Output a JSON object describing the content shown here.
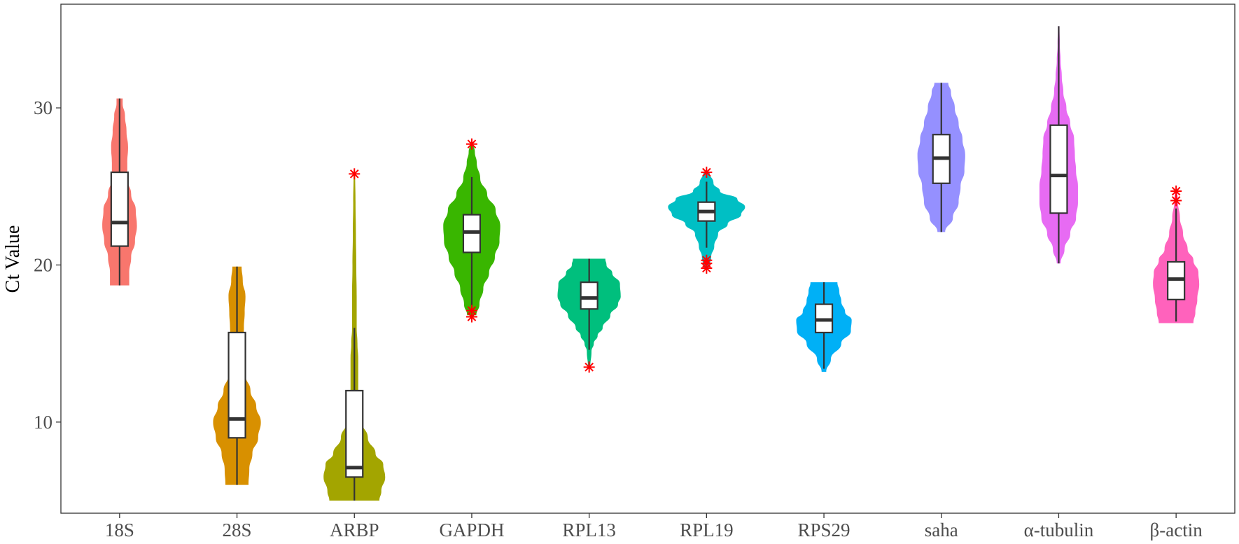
{
  "chart_data": {
    "type": "violin",
    "title": "",
    "xlabel": "",
    "ylabel": "Ct Value",
    "ylim": [
      4.2,
      36.6
    ],
    "yticks": [
      10,
      20,
      30
    ],
    "grid": false,
    "legend": "none",
    "outlier_marker": "asterisk",
    "outlier_color": "#FF0000",
    "series": [
      {
        "category": "18S",
        "color": "#F8766D",
        "min": 18.7,
        "q1": 21.2,
        "median": 22.7,
        "q3": 25.9,
        "max": 30.6,
        "density": [
          [
            18.7,
            0.25
          ],
          [
            19.5,
            0.25
          ],
          [
            20.5,
            0.3
          ],
          [
            21.5,
            0.4
          ],
          [
            22.5,
            0.45
          ],
          [
            23.5,
            0.42
          ],
          [
            24.5,
            0.3
          ],
          [
            25.5,
            0.2
          ],
          [
            26.5,
            0.2
          ],
          [
            27.5,
            0.22
          ],
          [
            28.5,
            0.18
          ],
          [
            29.5,
            0.14
          ],
          [
            30.3,
            0.08
          ],
          [
            30.6,
            0.08
          ]
        ],
        "outliers": []
      },
      {
        "category": "28S",
        "color": "#D89000",
        "min": 6.0,
        "q1": 9.0,
        "median": 10.2,
        "q3": 15.7,
        "max": 19.9,
        "density": [
          [
            6.0,
            0.3
          ],
          [
            7.0,
            0.32
          ],
          [
            8.0,
            0.4
          ],
          [
            9.0,
            0.55
          ],
          [
            10.0,
            0.62
          ],
          [
            11.0,
            0.5
          ],
          [
            12.0,
            0.35
          ],
          [
            13.0,
            0.22
          ],
          [
            14.0,
            0.12
          ],
          [
            15.0,
            0.14
          ],
          [
            16.0,
            0.18
          ],
          [
            17.0,
            0.2
          ],
          [
            18.0,
            0.22
          ],
          [
            19.0,
            0.15
          ],
          [
            19.9,
            0.12
          ]
        ],
        "outliers": []
      },
      {
        "category": "ARBP",
        "color": "#A3A500",
        "min": 5.0,
        "q1": 6.5,
        "median": 7.1,
        "q3": 12.0,
        "max": 16.0,
        "density": [
          [
            5.0,
            0.65
          ],
          [
            5.6,
            0.7
          ],
          [
            6.5,
            0.8
          ],
          [
            7.3,
            0.75
          ],
          [
            8.0,
            0.55
          ],
          [
            9.0,
            0.35
          ],
          [
            10.0,
            0.2
          ],
          [
            11.0,
            0.12
          ],
          [
            12.0,
            0.1
          ],
          [
            13.0,
            0.1
          ],
          [
            14.0,
            0.1
          ],
          [
            15.0,
            0.08
          ],
          [
            16.0,
            0.06
          ],
          [
            18.0,
            0.06
          ],
          [
            20.0,
            0.05
          ],
          [
            22.0,
            0.04
          ],
          [
            24.0,
            0.03
          ],
          [
            25.8,
            0.02
          ]
        ],
        "outliers": [
          25.8
        ]
      },
      {
        "category": "GAPDH",
        "color": "#39B600",
        "min": 17.4,
        "q1": 20.8,
        "median": 22.1,
        "q3": 23.2,
        "max": 25.6,
        "density": [
          [
            16.8,
            0.12
          ],
          [
            17.5,
            0.2
          ],
          [
            18.5,
            0.3
          ],
          [
            19.5,
            0.45
          ],
          [
            20.5,
            0.6
          ],
          [
            21.5,
            0.72
          ],
          [
            22.5,
            0.74
          ],
          [
            23.5,
            0.62
          ],
          [
            24.5,
            0.4
          ],
          [
            25.5,
            0.22
          ],
          [
            26.5,
            0.13
          ],
          [
            27.2,
            0.08
          ],
          [
            27.7,
            0.04
          ]
        ],
        "outliers": [
          27.7,
          17.1,
          16.7
        ]
      },
      {
        "category": "RPL13",
        "color": "#00BF7D",
        "min": 14.6,
        "q1": 17.2,
        "median": 17.9,
        "q3": 18.9,
        "max": 20.4,
        "density": [
          [
            13.5,
            0.03
          ],
          [
            14.5,
            0.06
          ],
          [
            15.0,
            0.12
          ],
          [
            15.5,
            0.22
          ],
          [
            16.0,
            0.35
          ],
          [
            16.8,
            0.55
          ],
          [
            17.5,
            0.75
          ],
          [
            18.0,
            0.82
          ],
          [
            18.8,
            0.8
          ],
          [
            19.5,
            0.6
          ],
          [
            20.0,
            0.45
          ],
          [
            20.4,
            0.42
          ]
        ],
        "outliers": [
          13.5
        ]
      },
      {
        "category": "RPL19",
        "color": "#00BFC4",
        "min": 21.1,
        "q1": 22.8,
        "median": 23.4,
        "q3": 24.0,
        "max": 25.3,
        "density": [
          [
            19.8,
            0.06
          ],
          [
            20.5,
            0.12
          ],
          [
            21.2,
            0.2
          ],
          [
            22.0,
            0.3
          ],
          [
            22.6,
            0.55
          ],
          [
            23.2,
            0.9
          ],
          [
            23.7,
            1.0
          ],
          [
            24.2,
            0.8
          ],
          [
            24.7,
            0.35
          ],
          [
            25.2,
            0.18
          ],
          [
            25.9,
            0.08
          ]
        ],
        "outliers": [
          25.9,
          20.3,
          20.1,
          19.8
        ]
      },
      {
        "category": "RPS29",
        "color": "#00B0F6",
        "min": 13.4,
        "q1": 15.7,
        "median": 16.5,
        "q3": 17.5,
        "max": 18.9,
        "density": [
          [
            13.2,
            0.06
          ],
          [
            14.0,
            0.18
          ],
          [
            15.0,
            0.45
          ],
          [
            15.8,
            0.7
          ],
          [
            16.5,
            0.72
          ],
          [
            17.0,
            0.55
          ],
          [
            17.7,
            0.45
          ],
          [
            18.3,
            0.4
          ],
          [
            18.9,
            0.35
          ]
        ],
        "outliers": []
      },
      {
        "category": "saha",
        "color": "#9590FF",
        "min": 22.1,
        "q1": 25.2,
        "median": 26.8,
        "q3": 28.3,
        "max": 31.6,
        "density": [
          [
            22.1,
            0.1
          ],
          [
            23.0,
            0.3
          ],
          [
            24.0,
            0.45
          ],
          [
            25.0,
            0.5
          ],
          [
            26.0,
            0.6
          ],
          [
            27.0,
            0.62
          ],
          [
            28.0,
            0.55
          ],
          [
            29.0,
            0.45
          ],
          [
            30.0,
            0.35
          ],
          [
            31.0,
            0.25
          ],
          [
            31.6,
            0.18
          ]
        ],
        "outliers": []
      },
      {
        "category": "α-tubulin",
        "color": "#E76BF3",
        "min": 20.1,
        "q1": 23.3,
        "median": 25.7,
        "q3": 28.9,
        "max": 35.2,
        "density": [
          [
            20.1,
            0.05
          ],
          [
            21.0,
            0.15
          ],
          [
            22.0,
            0.3
          ],
          [
            23.0,
            0.45
          ],
          [
            24.0,
            0.5
          ],
          [
            25.0,
            0.5
          ],
          [
            26.0,
            0.45
          ],
          [
            27.0,
            0.42
          ],
          [
            28.0,
            0.4
          ],
          [
            29.0,
            0.3
          ],
          [
            30.0,
            0.2
          ],
          [
            31.0,
            0.12
          ],
          [
            32.0,
            0.08
          ],
          [
            33.0,
            0.05
          ],
          [
            34.0,
            0.03
          ],
          [
            35.2,
            0.02
          ]
        ],
        "outliers": []
      },
      {
        "category": "β-actin",
        "color": "#FF62BC",
        "min": 16.4,
        "q1": 17.8,
        "median": 19.1,
        "q3": 20.2,
        "max": 23.6,
        "density": [
          [
            16.3,
            0.45
          ],
          [
            17.0,
            0.5
          ],
          [
            17.8,
            0.55
          ],
          [
            18.8,
            0.6
          ],
          [
            19.5,
            0.58
          ],
          [
            20.3,
            0.45
          ],
          [
            21.0,
            0.3
          ],
          [
            22.0,
            0.18
          ],
          [
            23.0,
            0.1
          ],
          [
            24.0,
            0.05
          ],
          [
            24.7,
            0.03
          ]
        ],
        "outliers": [
          24.7,
          24.1
        ]
      }
    ]
  }
}
